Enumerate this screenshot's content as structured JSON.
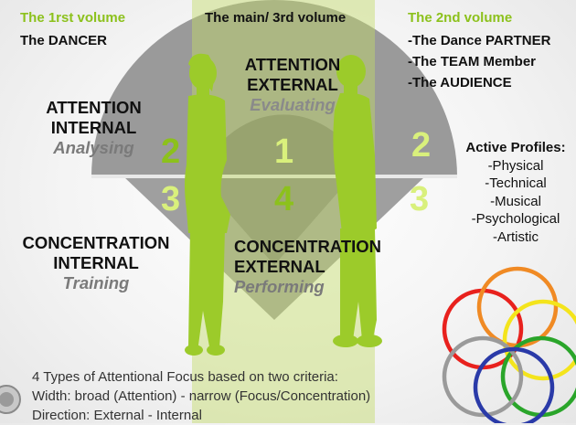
{
  "volumes": {
    "first": {
      "title": "The 1rst volume",
      "subtitle": "The DANCER"
    },
    "main": {
      "title": "The main/ 3rd volume"
    },
    "second": {
      "title": "The 2nd volume",
      "items": [
        "-The Dance PARTNER",
        "-The TEAM Member",
        "-The AUDIENCE"
      ]
    }
  },
  "quadrants": {
    "attention_external": {
      "line1": "ATTENTION",
      "line2": "EXTERNAL",
      "mode": "Evaluating"
    },
    "attention_internal": {
      "line1": "ATTENTION",
      "line2": "INTERNAL",
      "mode": "Analysing"
    },
    "concentration_internal": {
      "line1": "CONCENTRATION",
      "line2": "INTERNAL",
      "mode": "Training"
    },
    "concentration_external": {
      "line1": "CONCENTRATION",
      "line2": "EXTERNAL",
      "mode": "Performing"
    }
  },
  "numbers": {
    "n1": "1",
    "n2": "2",
    "n3": "3",
    "n4": "4"
  },
  "profiles": {
    "title": "Active Profiles:",
    "items": [
      "-Physical",
      "-Technical",
      "-Musical",
      "-Psychological",
      "-Artistic"
    ],
    "ring_colors": [
      "#e8211d",
      "#f08a24",
      "#f4e41c",
      "#2aa52a",
      "#9a9a9a",
      "#2a3aa8"
    ]
  },
  "footer": {
    "line1": "4 Types of Attentional Focus based on two criteria:",
    "line2": "Width: broad (Attention) - narrow (Focus/Concentration)",
    "line3": "Direction: External - Internal"
  },
  "colors": {
    "accent": "#8cc11c",
    "band": "#cfe28d",
    "semi_dark": "#8e8e8e",
    "semi_light": "#b8b8b8"
  }
}
